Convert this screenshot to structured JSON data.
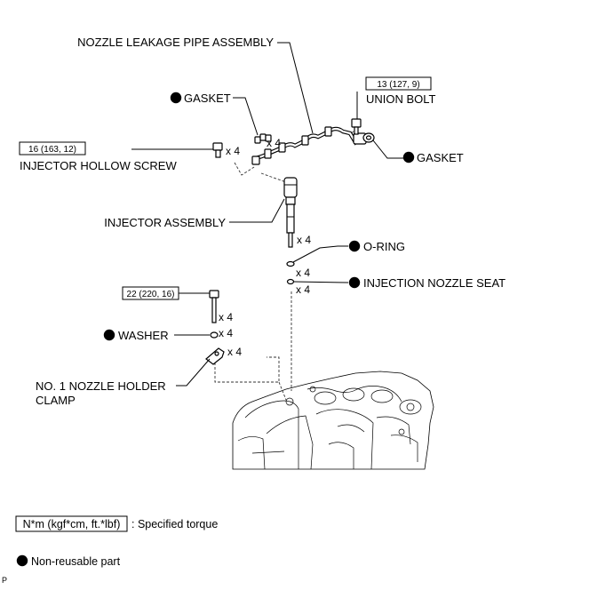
{
  "labels": {
    "nozzle_leakage_pipe": "NOZZLE LEAKAGE PIPE ASSEMBLY",
    "gasket_top": "GASKET",
    "union_bolt": "UNION BOLT",
    "gasket_right": "GASKET",
    "injector_hollow_screw": "INJECTOR HOLLOW SCREW",
    "injector_assembly": "INJECTOR ASSEMBLY",
    "o_ring": "O-RING",
    "injection_nozzle_seat": "INJECTION NOZZLE SEAT",
    "washer": "WASHER",
    "nozzle_holder_clamp_line1": "NO. 1 NOZZLE HOLDER",
    "nozzle_holder_clamp_line2": "CLAMP"
  },
  "torques": {
    "union_bolt": "13 (127, 9)",
    "injector_hollow_screw": "16 (163, 12)",
    "clamp_bolt": "22 (220, 16)"
  },
  "quantities": {
    "gasket": "x 4",
    "hollow_screw": "x 4",
    "injector": "x 4",
    "o_ring": "x 4",
    "nozzle_seat": "x 4",
    "clamp_bolt": "x 4",
    "washer": "x 4",
    "clamp": "x 4"
  },
  "legend": {
    "torque_box": "N*m (kgf*cm, ft.*lbf)",
    "torque_desc": ": Specified torque",
    "nonreusable": "Non-reusable part"
  },
  "corner_mark": "P"
}
